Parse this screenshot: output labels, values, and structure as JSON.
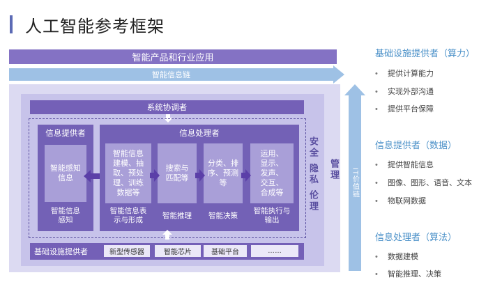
{
  "title": "人工智能参考框架",
  "top_bar": "智能产品和行业应用",
  "chain_bar": "智能信息链",
  "coordinator": "系统协调者",
  "provider_box": {
    "head": "信息提供者",
    "inner": "智能感知信息",
    "label": "智能信息感知"
  },
  "processor_box": {
    "head": "信息处理者",
    "steps": [
      {
        "inner": "智能信息建模、抽取、预处理、训练数据等",
        "label": "智能信息表示与形成"
      },
      {
        "inner": "搜索与匹配等",
        "label": "智能推理"
      },
      {
        "inner": "分类、排序、预测等",
        "label": "智能决策"
      },
      {
        "inner": "运用、显示、发声、交互、合成等",
        "label": "智能执行与输出"
      }
    ]
  },
  "infra": {
    "label": "基础设施提供者",
    "chips": [
      "新型传感器",
      "智能芯片",
      "基础平台",
      "……"
    ]
  },
  "security": "安全 隐私 伦理",
  "management": "管理",
  "it_chain": "IT价值链",
  "right_panel": [
    {
      "head": "基础设施提供者（算力）",
      "items": [
        "提供计算能力",
        "实现外部沟通",
        "提供平台保障"
      ]
    },
    {
      "head": "信息提供者（数据）",
      "items": [
        "提供智能信息",
        "图像、图形、语音、文本",
        "物联网数据"
      ]
    },
    {
      "head": "信息处理者（算法）",
      "items": [
        "数据建模",
        "智能推理、决策"
      ]
    }
  ],
  "colors": {
    "accent": "#7460b7",
    "chain": "#9ec1e5",
    "heading_blue": "#4a90c8"
  }
}
